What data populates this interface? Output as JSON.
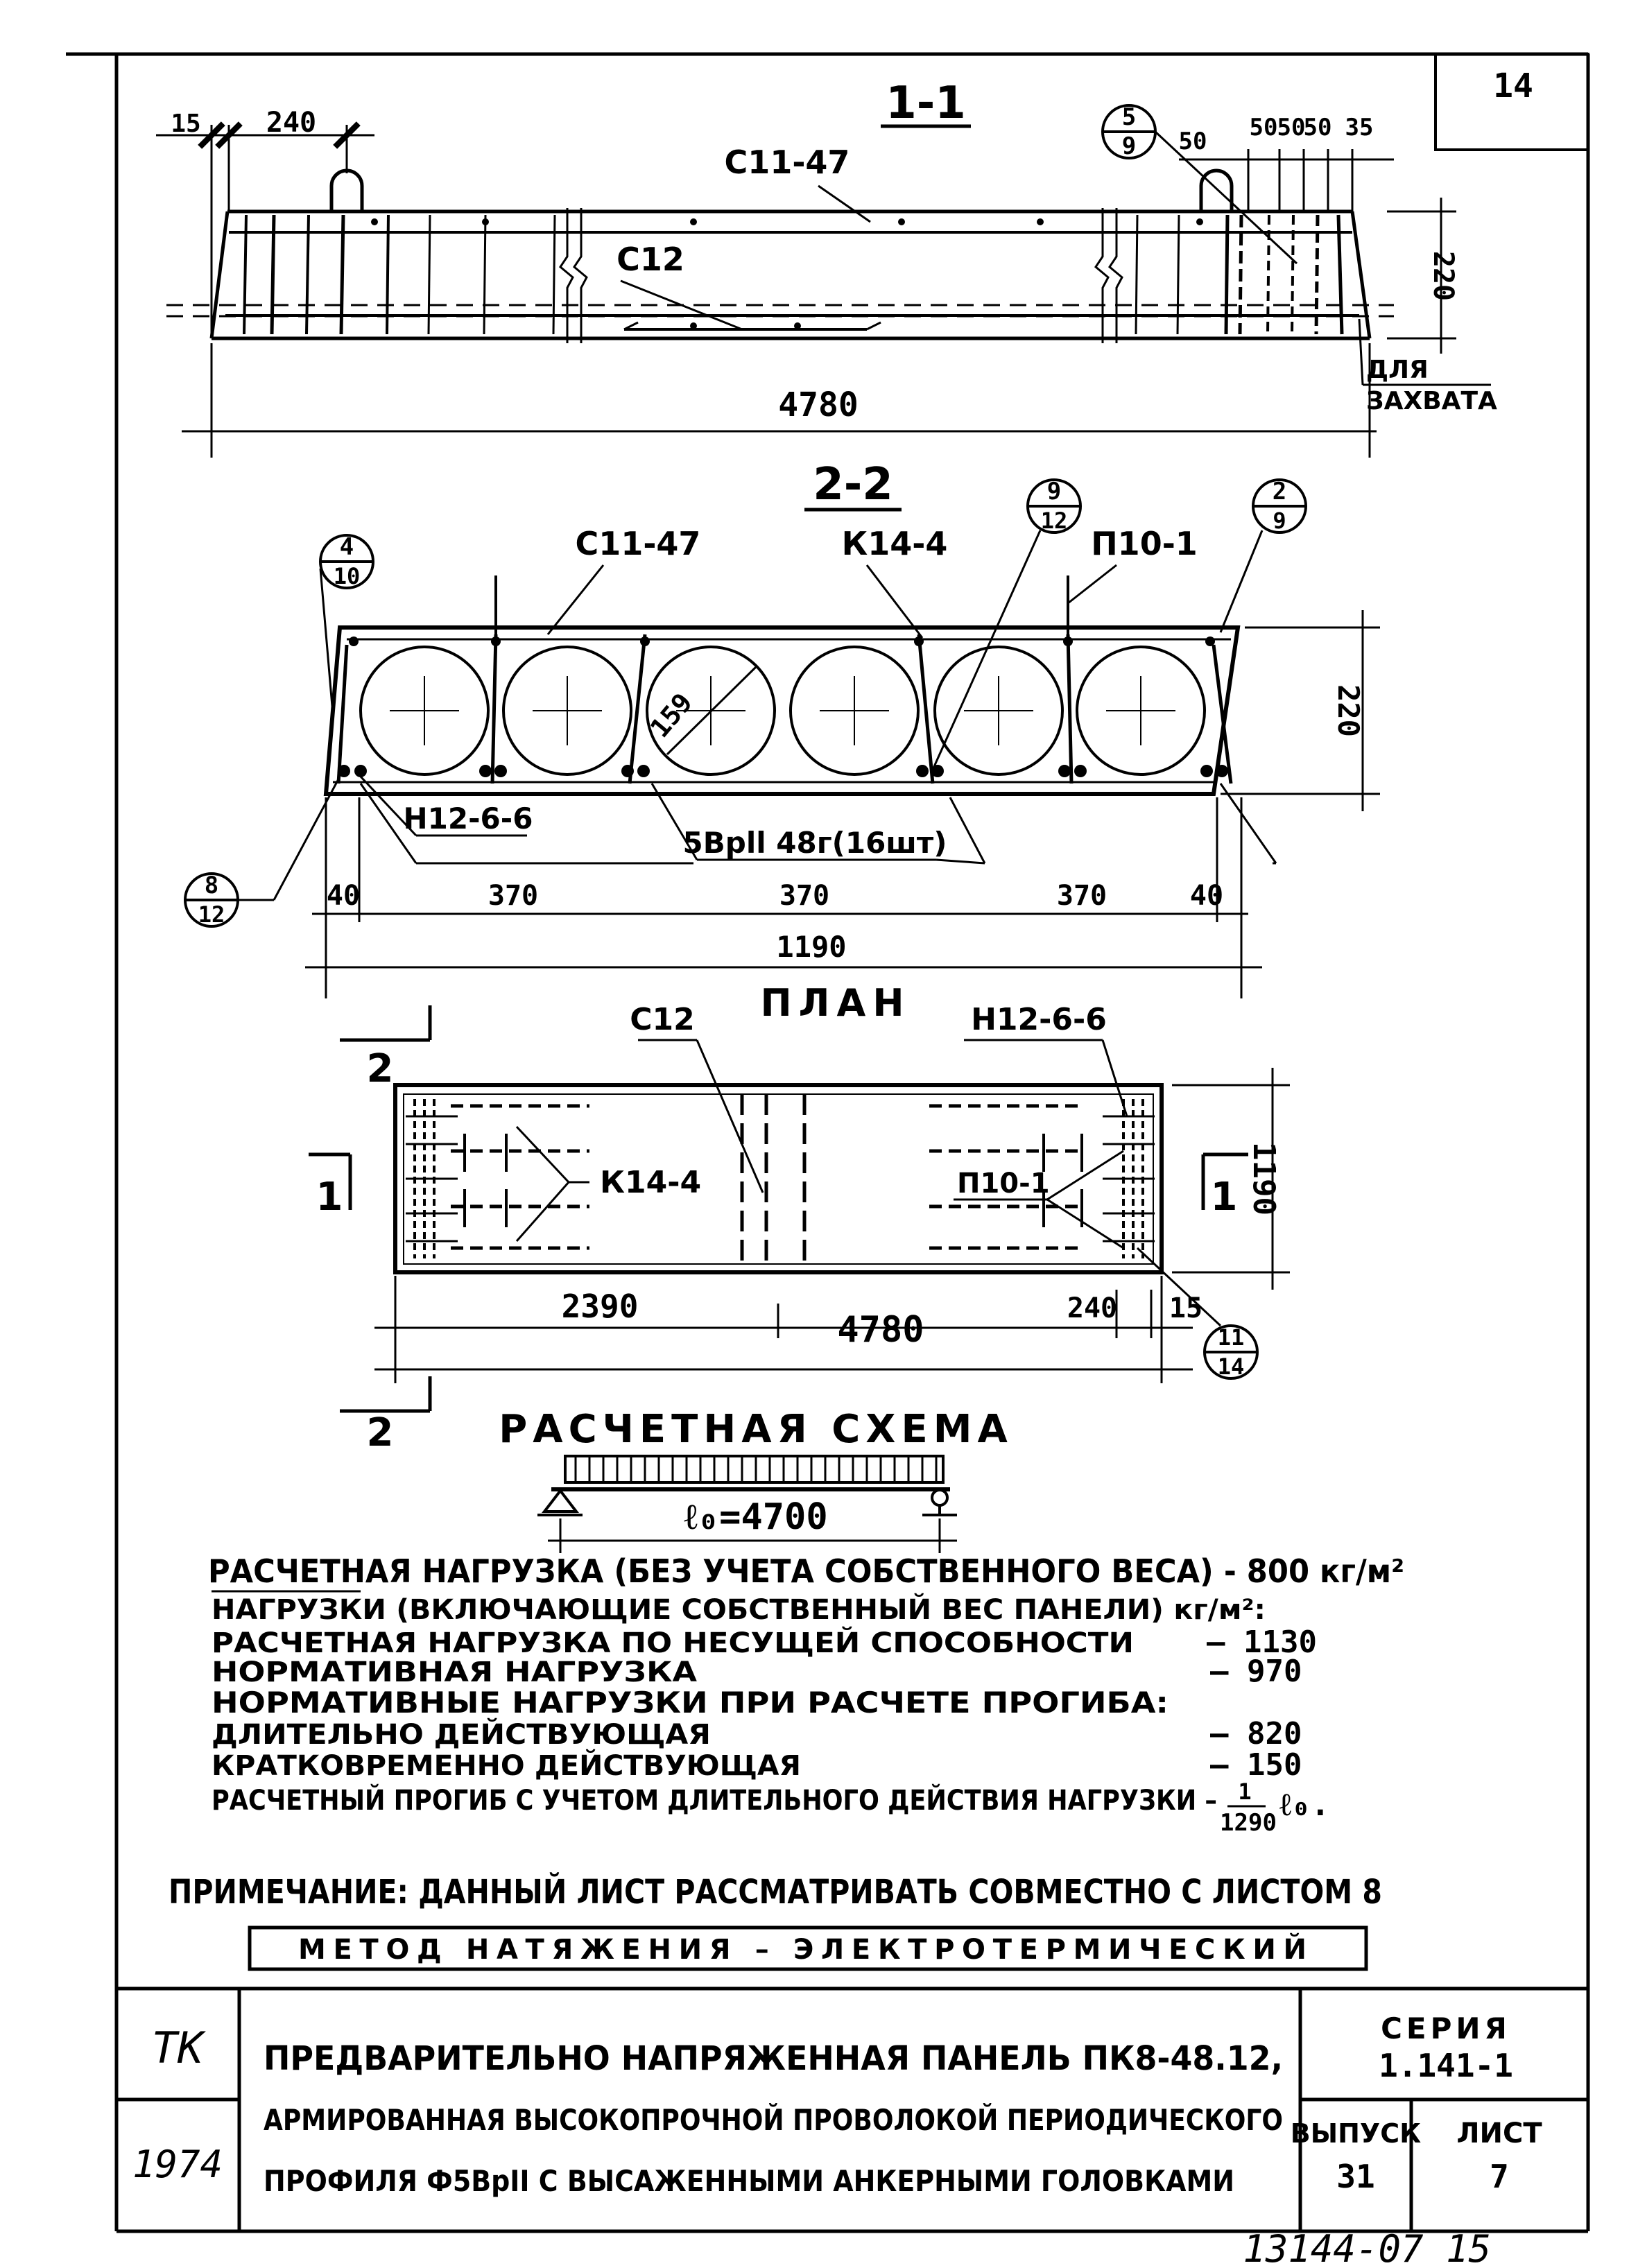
{
  "sheet": {
    "page_number": "14",
    "bottom_stamp": "13144-07 15"
  },
  "section_1_1": {
    "title": "1-1",
    "mark_top": "С11-47",
    "mark_mid": "С12",
    "dims_left": [
      "15",
      "240"
    ],
    "dims_right": [
      "50",
      "50",
      "50",
      "50",
      "35"
    ],
    "height": "220",
    "length": "4780",
    "grip_note_1": "ДЛЯ",
    "grip_note_2": "ЗАХВАТА",
    "callout_top": "5",
    "callout_bottom": "9"
  },
  "section_2_2": {
    "title": "2-2",
    "mark_c": "С11-47",
    "mark_k": "К14-4",
    "mark_p": "П10-1",
    "mark_n": "Н12-6-6",
    "void_dia": "159",
    "wire_note": "5Врll 48г(16шт)",
    "height": "220",
    "dims": [
      "40",
      "370",
      "370",
      "370",
      "40"
    ],
    "width": "1190",
    "callouts": [
      {
        "top": "4",
        "bottom": "10"
      },
      {
        "top": "9",
        "bottom": "12"
      },
      {
        "top": "2",
        "bottom": "9"
      },
      {
        "top": "8",
        "bottom": "12"
      }
    ]
  },
  "plan": {
    "title": "ПЛАН",
    "mark_c": "С12",
    "mark_n": "Н12-6-6",
    "mark_k": "К14-4",
    "mark_p": "П10-1",
    "cut_2": "2",
    "cut_1": "1",
    "width": "1190",
    "dim_half": "2390",
    "dim_total": "4780",
    "dim_end": "240",
    "dim_edge": "15",
    "callout_top": "11",
    "callout_bottom": "14"
  },
  "scheme": {
    "title": "РАСЧЕТНАЯ СХЕМА",
    "span": "ℓ₀=4700"
  },
  "loads": {
    "design_load": "РАСЧЕТНАЯ НАГРУЗКА (БЕЗ УЧЕТА СОБСТВЕННОГО ВЕСА) - 800 кг/м²",
    "heading": "НАГРУЗКИ (ВКЛЮЧАЮЩИЕ СОБСТВЕННЫЙ ВЕС ПАНЕЛИ) кг/м²:",
    "rows": [
      {
        "label": "РАСЧЕТНАЯ НАГРУЗКА ПО НЕСУЩЕЙ СПОСОБНОСТИ",
        "value": "– 1130"
      },
      {
        "label": "НОРМАТИВНАЯ НАГРУЗКА",
        "value": "– 970"
      },
      {
        "label": "НОРМАТИВНЫЕ НАГРУЗКИ ПРИ РАСЧЕТЕ ПРОГИБА:",
        "value": ""
      },
      {
        "label": "ДЛИТЕЛЬНО ДЕЙСТВУЮЩАЯ",
        "value": "– 820"
      },
      {
        "label": "КРАТКОВРЕМЕННО ДЕЙСТВУЮЩАЯ",
        "value": "– 150"
      }
    ],
    "deflection_label": "РАСЧЕТНЫЙ ПРОГИБ С УЧЕТОМ ДЛИТЕЛЬНОГО ДЕЙСТВИЯ НАГРУЗКИ –",
    "deflection_num": "1",
    "deflection_den": "1290",
    "deflection_tail": "ℓ₀."
  },
  "note": "ПРИМЕЧАНИЕ: ДАННЫЙ ЛИСТ РАССМАТРИВАТЬ СОВМЕСТНО С ЛИСТОМ 8",
  "method": "МЕТОД НАТЯЖЕНИЯ – ЭЛЕКТРОТЕРМИЧЕСКИЙ",
  "title_block": {
    "org": "ТК",
    "year": "1974",
    "title_lines": [
      "ПРЕДВАРИТЕЛЬНО НАПРЯЖЕННАЯ ПАНЕЛЬ ПК8-48.12,",
      "АРМИРОВАННАЯ ВЫСОКОПРОЧНОЙ ПРОВОЛОКОЙ ПЕРИОДИЧЕСКОГО",
      "ПРОФИЛЯ Ф5ВрII С ВЫСАЖЕННЫМИ АНКЕРНЫМИ ГОЛОВКАМИ"
    ],
    "series_label": "СЕРИЯ",
    "series_value": "1.141-1",
    "issue_label": "ВЫПУСК",
    "issue_value": "31",
    "sheet_label": "ЛИСТ",
    "sheet_value": "7"
  }
}
